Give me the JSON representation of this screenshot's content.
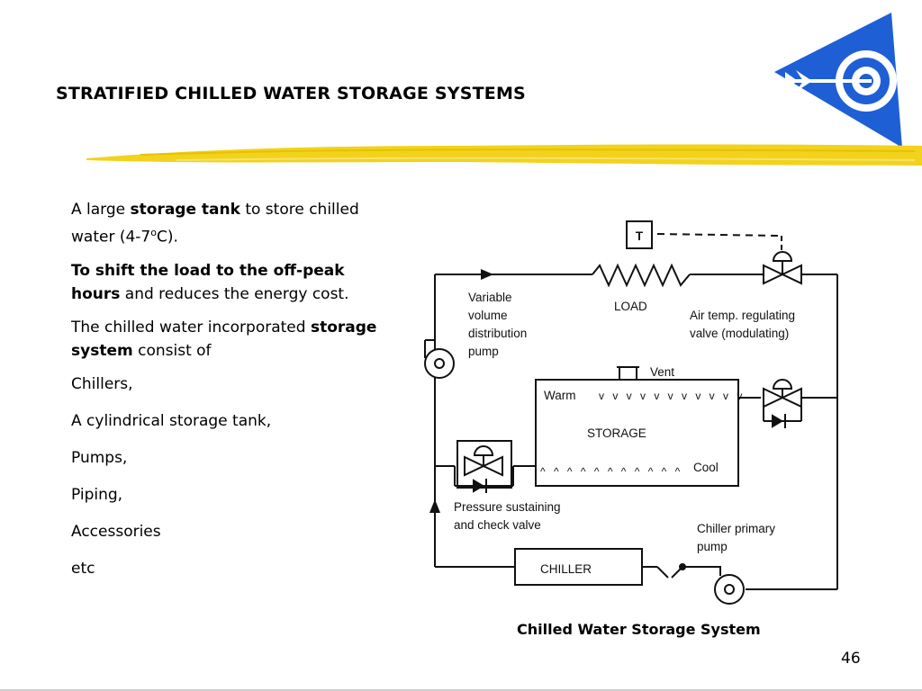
{
  "slide": {
    "title": "STRATIFIED CHILLED WATER STORAGE SYSTEMS",
    "page_number": "46",
    "caption": "Chilled Water Storage System"
  },
  "content": {
    "p1_pre": "A large ",
    "p1_bold": "storage tank",
    "p1_post": " to store chilled water (4-7",
    "p1_sup": "o",
    "p1_end": "C).",
    "p2_bold": "To shift the load to the off-peak hours",
    "p2_post": " and reduces the energy cost.",
    "p3_pre": "The chilled water incorporated ",
    "p3_bold": "storage system",
    "p3_post": " consist of",
    "items": [
      "Chillers,",
      "A cylindrical storage tank,",
      "Pumps,",
      "Piping,",
      "Accessories",
      "etc"
    ]
  },
  "diagram": {
    "thermostat": "T",
    "load": "LOAD",
    "variable_pump_line1": "Variable",
    "variable_pump_line2": "volume",
    "variable_pump_line3": "distribution",
    "variable_pump_line4": "pump",
    "air_valve_line1": "Air temp. regulating",
    "air_valve_line2": "valve (modulating)",
    "vent": "Vent",
    "warm": "Warm",
    "storage": "STORAGE",
    "cool": "Cool",
    "pressure_valve_line1": "Pressure sustaining",
    "pressure_valve_line2": "and check valve",
    "chiller_pump_line1": "Chiller primary",
    "chiller_pump_line2": "pump",
    "chiller": "CHILLER"
  },
  "colors": {
    "logo_blue": "#1f5fd6",
    "swoosh_yellow": "#f2d21c"
  }
}
